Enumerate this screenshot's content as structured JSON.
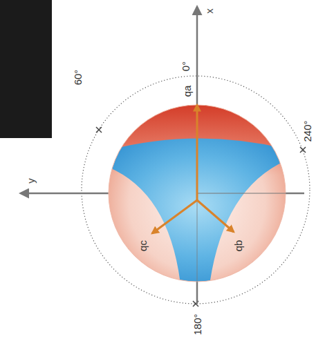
{
  "diagram": {
    "labels": [
      "x",
      "y",
      "0°",
      "60°",
      "240°",
      "180°",
      "qa",
      "qb",
      "qc"
    ]
  }
}
